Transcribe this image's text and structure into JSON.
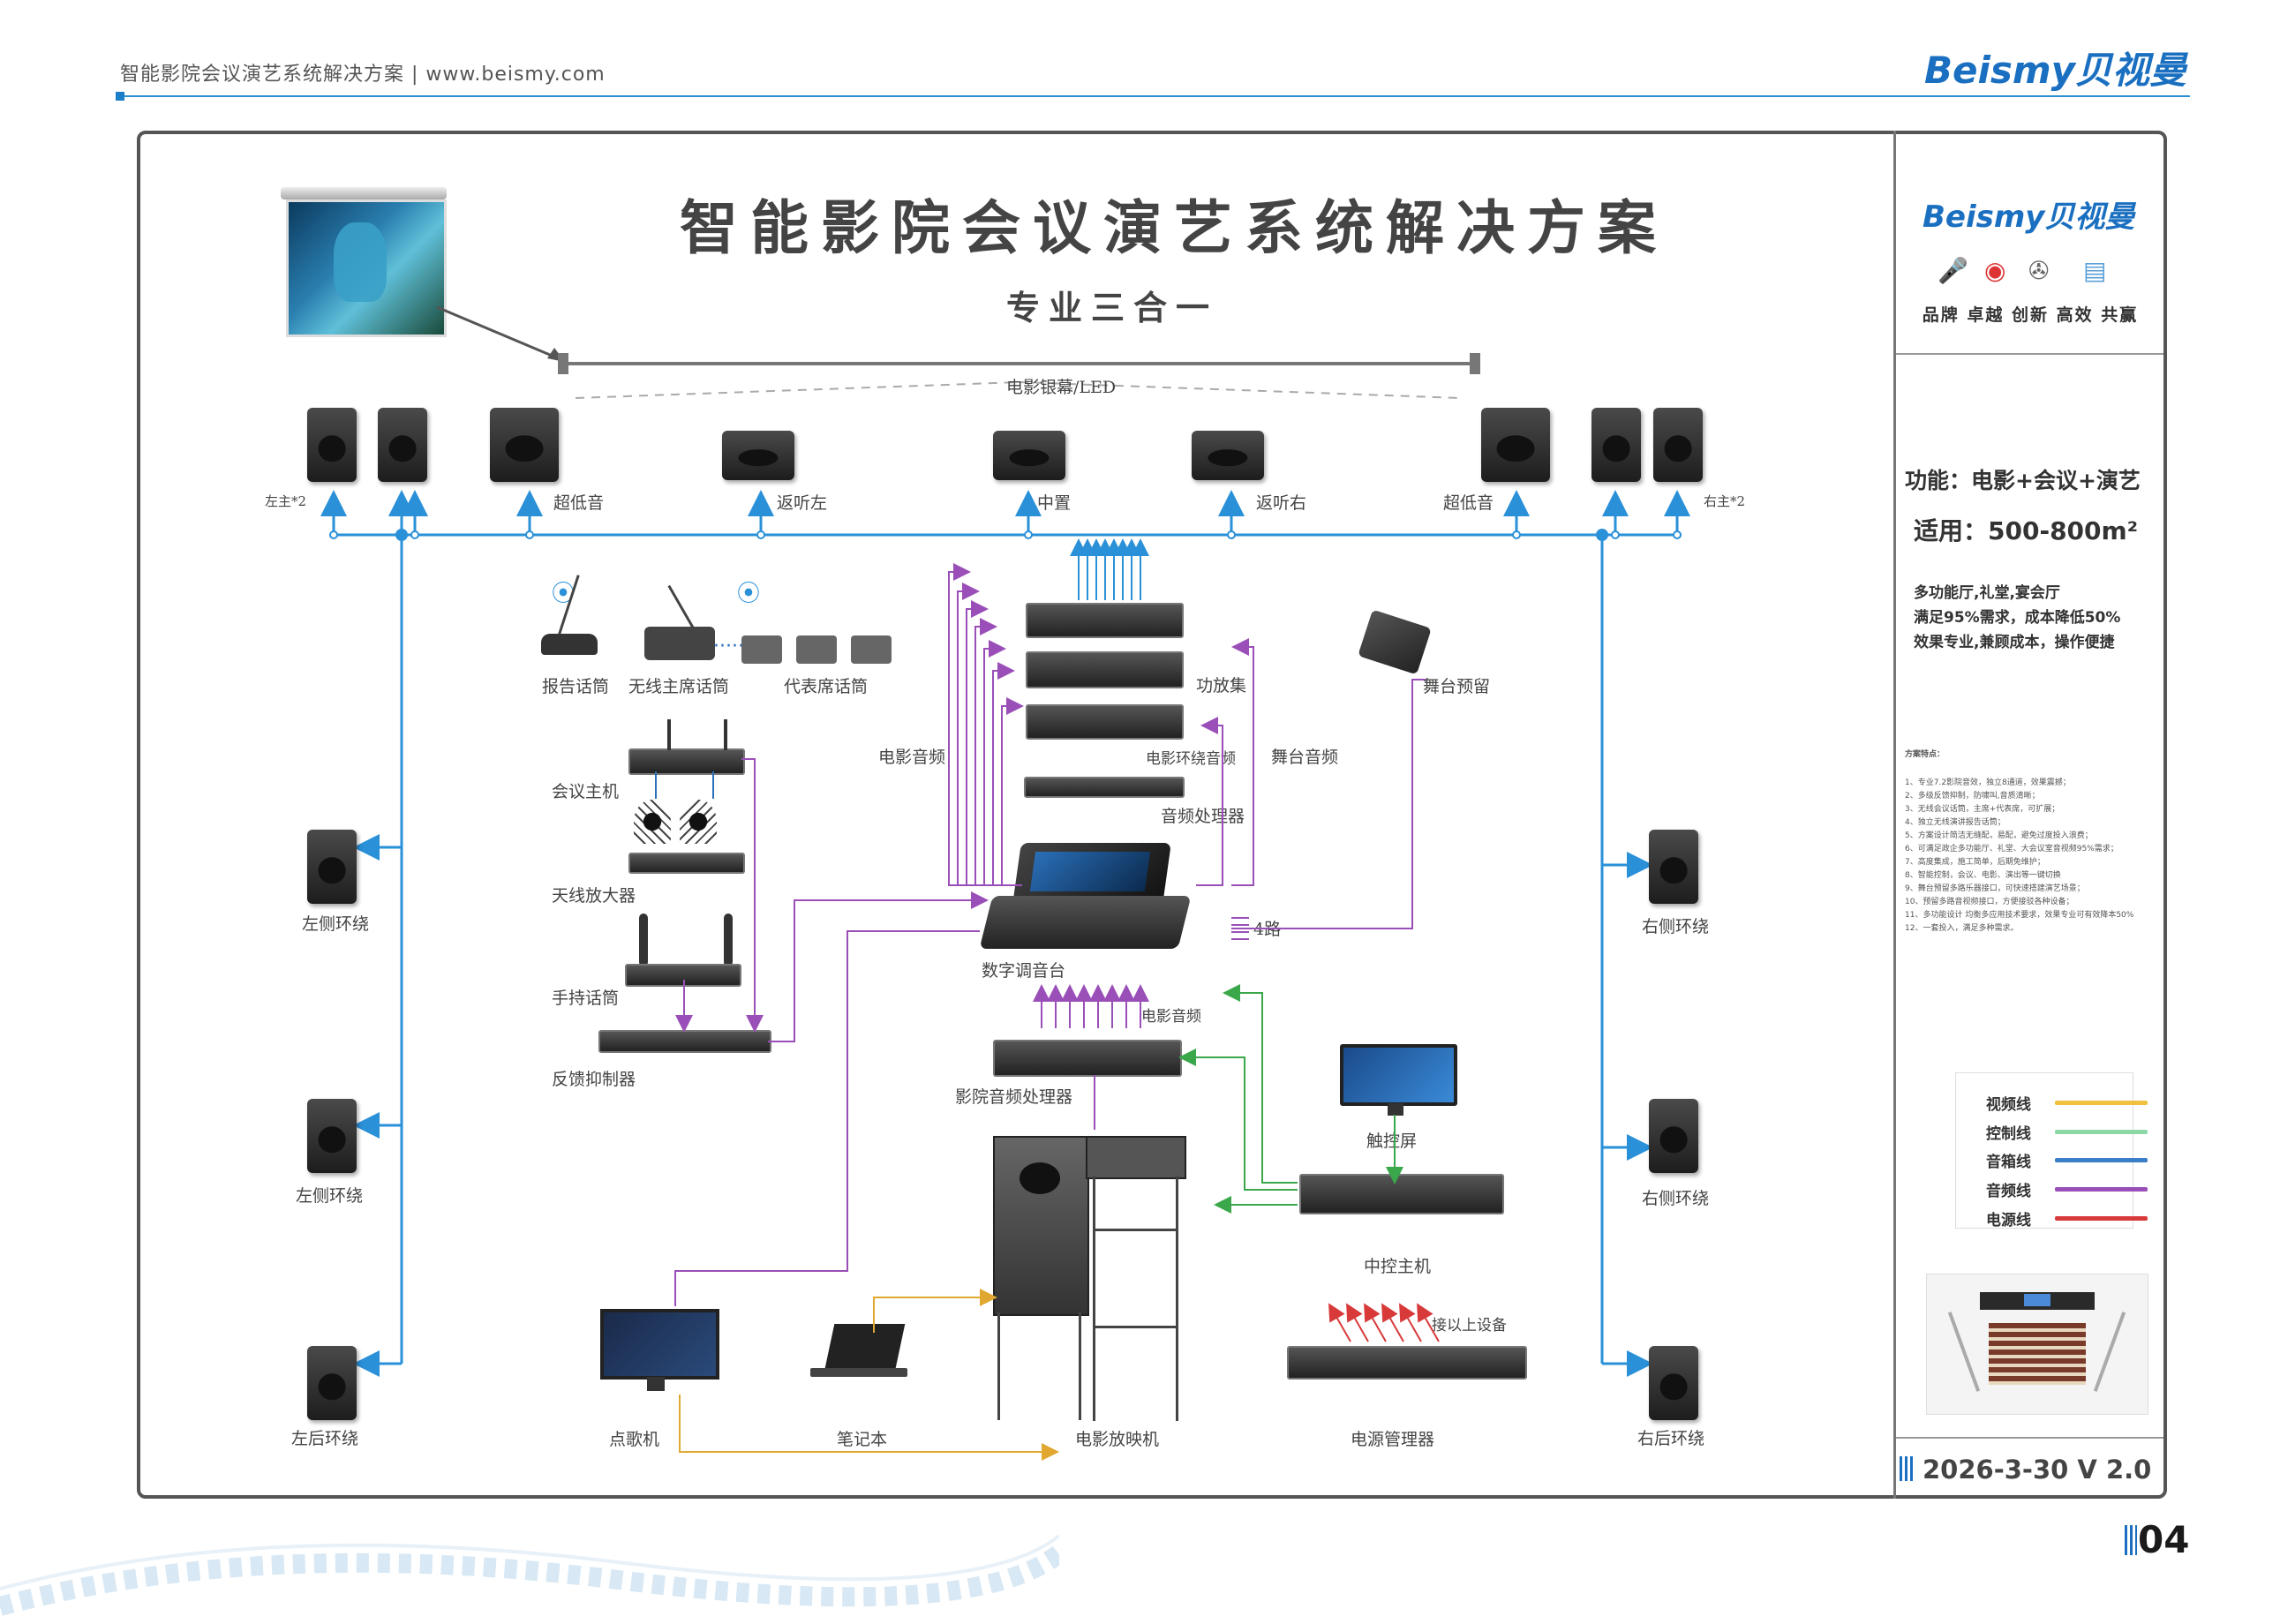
{
  "header": {
    "text": "智能影院会议演艺系统解决方案 | www.beismy.com",
    "logo": "Beismy贝视曼",
    "page_number": "04"
  },
  "main": {
    "title": "智能影院会议演艺系统解决方案",
    "subtitle": "专业三合一",
    "screen_label": "电影银幕/LED"
  },
  "speakers_top": [
    "左主*2",
    "超低音",
    "返听左",
    "中置",
    "返听右",
    "超低音",
    "右主*2"
  ],
  "left_surround": [
    "左侧环绕",
    "左侧环绕",
    "左后环绕"
  ],
  "right_surround": [
    "右侧环绕",
    "右侧环绕",
    "右后环绕"
  ],
  "mics": {
    "report": "报告话筒",
    "wireless_chair": "无线主席话筒",
    "delegate": "代表席话筒"
  },
  "devices": {
    "conference_host": "会议主机",
    "antenna_amp": "天线放大器",
    "handheld_mic": "手持话筒",
    "feedback": "反馈抑制器",
    "amp_rack": "功放集",
    "audio_processor": "音频处理器",
    "surround_audio": "电影环绕音频",
    "stage_audio": "舞台音频",
    "film_audio": "电影音频",
    "stage_reserve": "舞台预留",
    "mixer": "数字调音台",
    "four_way": "4路",
    "film_audio2": "电影音频",
    "cinema_processor": "影院音频处理器",
    "touch_screen": "触控屏",
    "central_control": "中控主机",
    "connect_above": "接以上设备",
    "power_manager": "电源管理器",
    "ktv": "点歌机",
    "laptop": "笔记本",
    "projector": "电影放映机"
  },
  "sidebar": {
    "logo": "Beismy贝视曼",
    "slogan": "品牌 卓越 创新 高效 共赢",
    "function": "功能：电影+会议+演艺",
    "apply": "适用：500-800m²",
    "desc": [
      "多功能厅,礼堂,宴会厅",
      "满足95%需求，成本降低50%",
      "效果专业,兼顾成本，操作便捷"
    ],
    "features_title": "方案特点：",
    "features": [
      "1、专业7.2影院音效，独立8通道，效果震撼；",
      "2、多级反馈抑制，防啸叫,音质清晰；",
      "3、无线会议话筒，主席+代表席，可扩展；",
      "4、独立无线演讲报告话筒；",
      "5、方案设计简洁无缝配，易配，避免过度投入浪费；",
      "6、可满足政企多功能厅、礼堂、大会议室音视频95%需求；",
      "7、高度集成，施工简单，后期免维护；",
      "8、智能控制，会议、电影、演出等一键切换",
      "9、舞台预留多路乐器接口，可快速搭建演艺场景；",
      "10、预留多路音视频接口，方便接驳各种设备；",
      "11、多功能设计 均衡多应用技术要求，效果专业可有效降本50%",
      "12、一套投入，满足多种需求。"
    ],
    "legend": [
      {
        "label": "视频线",
        "color": "#f0c040"
      },
      {
        "label": "控制线",
        "color": "#8ed8a8"
      },
      {
        "label": "音箱线",
        "color": "#3a7ec8"
      },
      {
        "label": "音频线",
        "color": "#9a4fb8"
      },
      {
        "label": "电源线",
        "color": "#d83a3a"
      }
    ],
    "version": "2026-3-30 V 2.0"
  }
}
